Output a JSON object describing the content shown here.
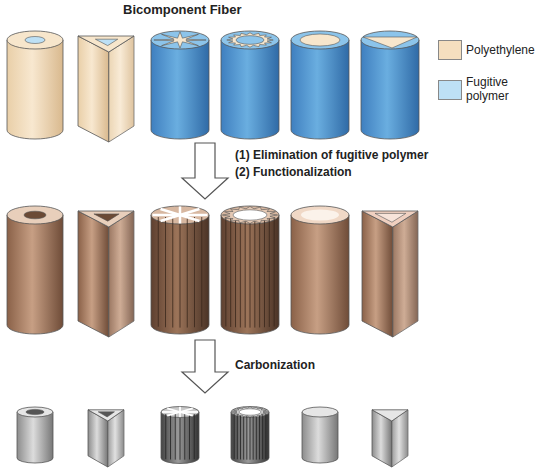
{
  "diagram": {
    "title": "Bicomponent Fiber",
    "labels": [
      "(1) Elimination of fugitive polymer",
      "(2) Functionalization",
      "Carbonization"
    ],
    "legend": [
      {
        "text": "Polyethylene",
        "color": "#f5dfbf"
      },
      {
        "text": "Fugitive polymer",
        "color": "#bde0f5"
      }
    ]
  }
}
